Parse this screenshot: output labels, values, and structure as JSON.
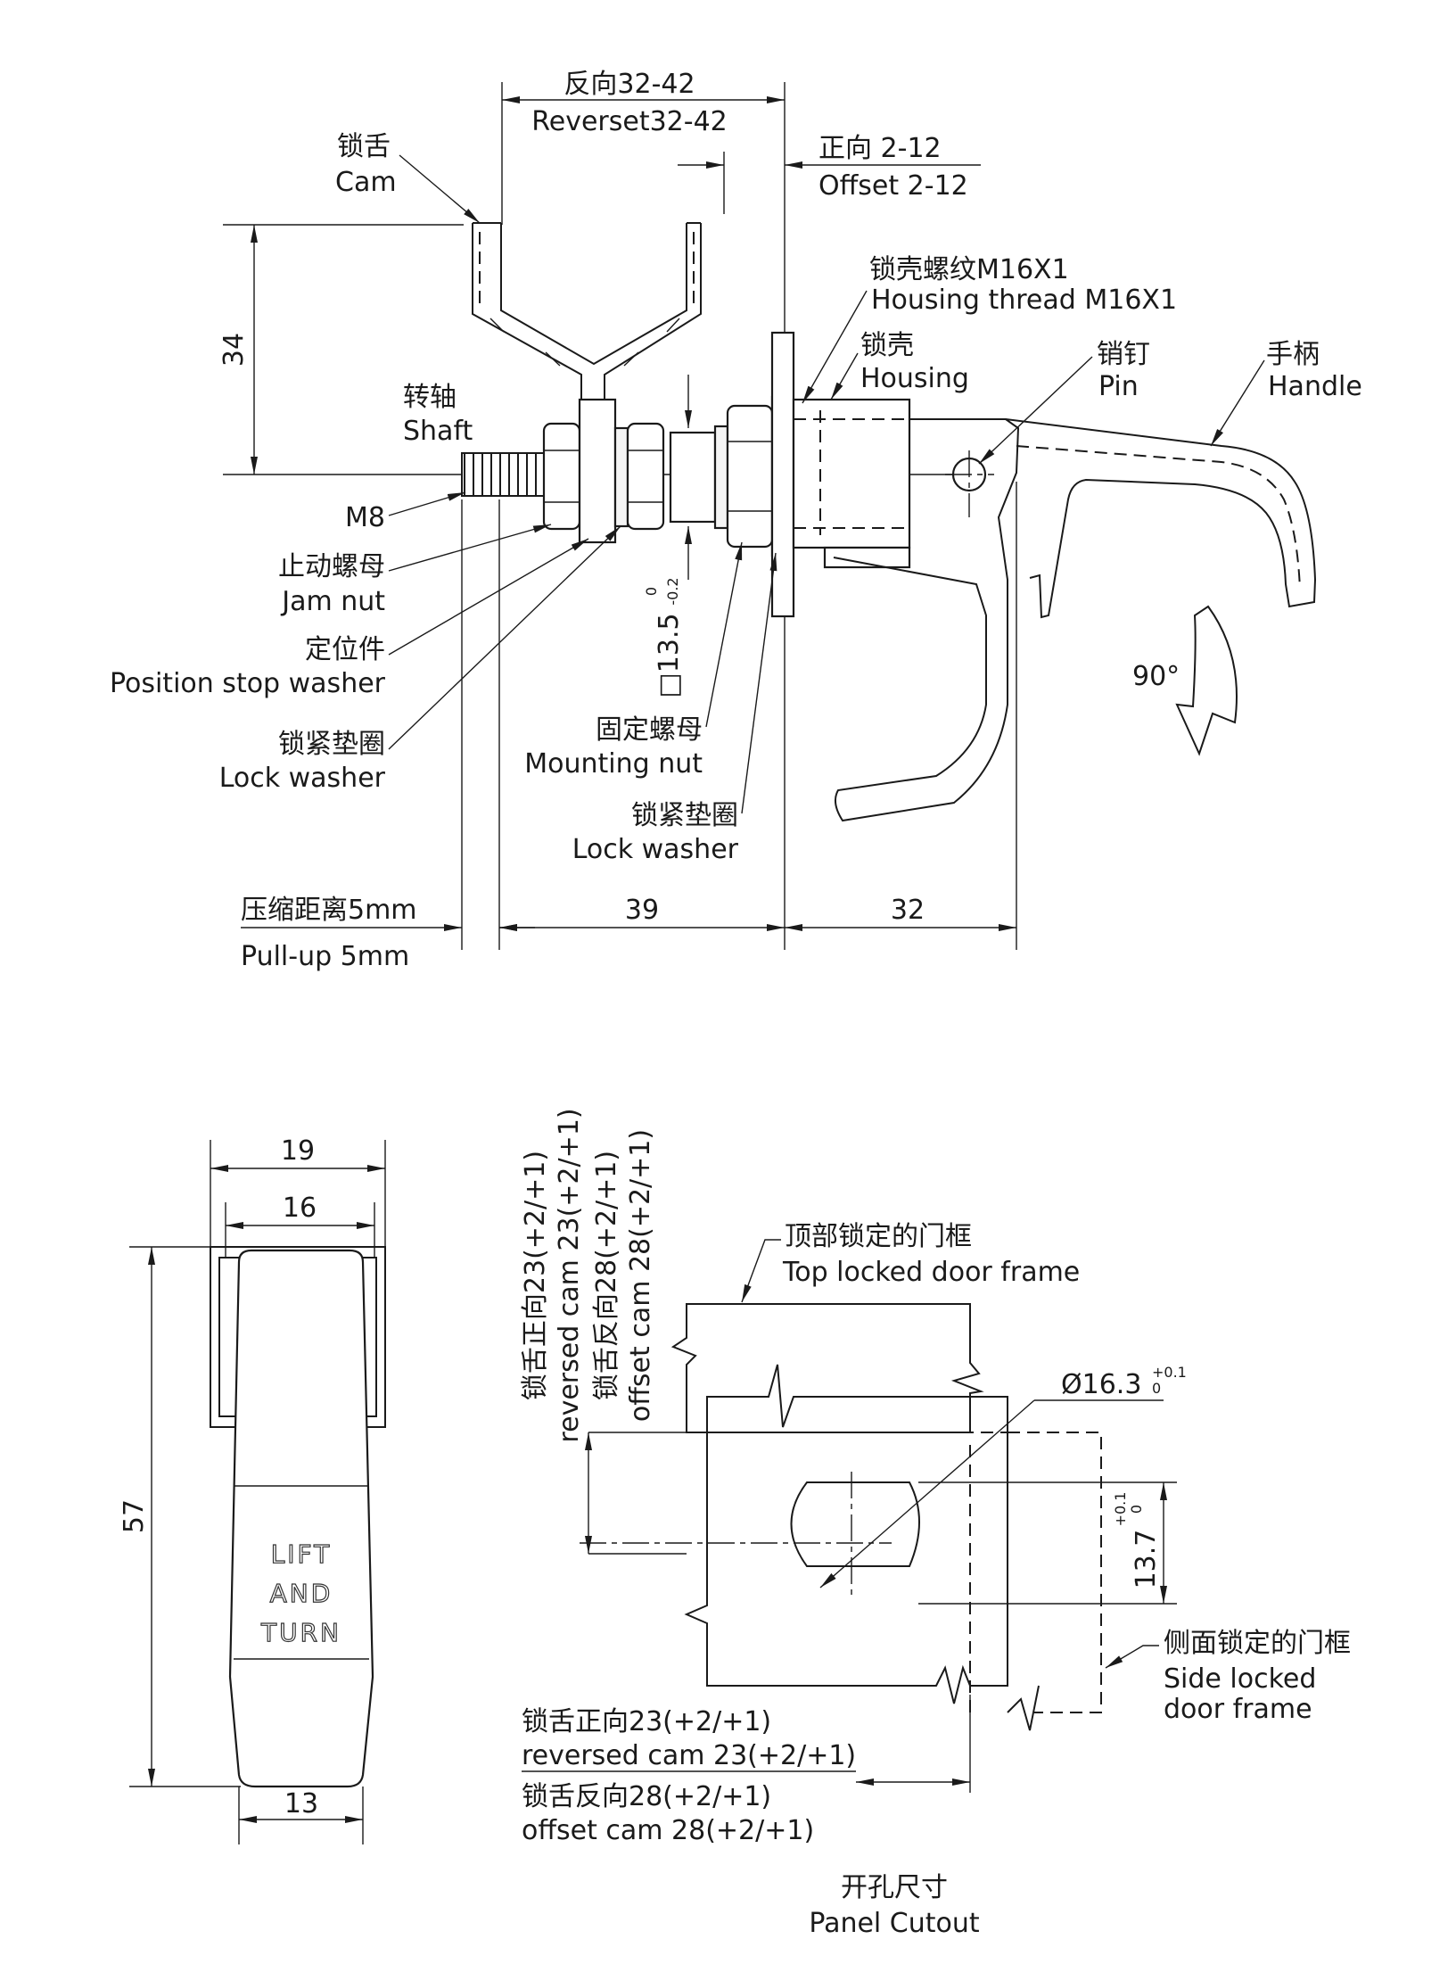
{
  "side_view": {
    "cam_cn": "锁舌",
    "cam_en": "Cam",
    "reverse_cn": "反向32-42",
    "reverse_en": "Reverset32-42",
    "offset_cn": "正向 2-12",
    "offset_en": "Offset 2-12",
    "housing_thread_cn": "锁壳螺纹M16X1",
    "housing_thread_en": "Housing thread M16X1",
    "housing_cn": "锁壳",
    "housing_en": "Housing",
    "pin_cn": "销钉",
    "pin_en": "Pin",
    "handle_cn": "手柄",
    "handle_en": "Handle",
    "dim_34": "34",
    "shaft_cn": "转轴",
    "shaft_en": "Shaft",
    "m8": "M8",
    "jam_nut_cn": "止动螺母",
    "jam_nut_en": "Jam nut",
    "position_stop_cn": "定位件",
    "position_stop_en": "Position stop washer",
    "lock_washer_cn": "锁紧垫圈",
    "lock_washer_en": "Lock washer",
    "square_dim": "□13.5",
    "square_tol_upper": "0",
    "square_tol_lower": "-0.2",
    "mounting_nut_cn": "固定螺母",
    "mounting_nut_en": "Mounting nut",
    "lock_washer2_cn": "锁紧垫圈",
    "lock_washer2_en": "Lock washer",
    "rotation": "90°",
    "pullup_cn": "压缩距离5mm",
    "pullup_en": "Pull-up 5mm",
    "dim_39": "39",
    "dim_32": "32"
  },
  "front_view": {
    "dim_19": "19",
    "dim_16": "16",
    "dim_57": "57",
    "dim_13": "13",
    "emboss_line1": "LIFT",
    "emboss_line2": "AND",
    "emboss_line3": "TURN"
  },
  "cutout": {
    "vlabel_1_cn": "锁舌正向23(+2/+1)",
    "vlabel_2_en": "reversed cam 23(+2/+1)",
    "vlabel_3_cn": "锁舌反向28(+2/+1)",
    "vlabel_4_en": "offset cam 28(+2/+1)",
    "top_frame_cn": "顶部锁定的门框",
    "top_frame_en": "Top locked door frame",
    "diameter": "Ø16.3",
    "diameter_tol_upper": "+0.1",
    "diameter_tol_lower": "0",
    "dim_137": "13.7",
    "dim_137_tol_upper": "+0.1",
    "dim_137_tol_lower": "0",
    "side_frame_cn": "侧面锁定的门框",
    "side_frame_en1": "Side locked",
    "side_frame_en2": "door frame",
    "bottom_1_cn": "锁舌正向23(+2/+1)",
    "bottom_2_en": "reversed cam 23(+2/+1)",
    "bottom_3_cn": "锁舌反向28(+2/+1)",
    "bottom_4_en": "offset cam 28(+2/+1)",
    "caption_cn": "开孔尺寸",
    "caption_en": "Panel Cutout"
  }
}
